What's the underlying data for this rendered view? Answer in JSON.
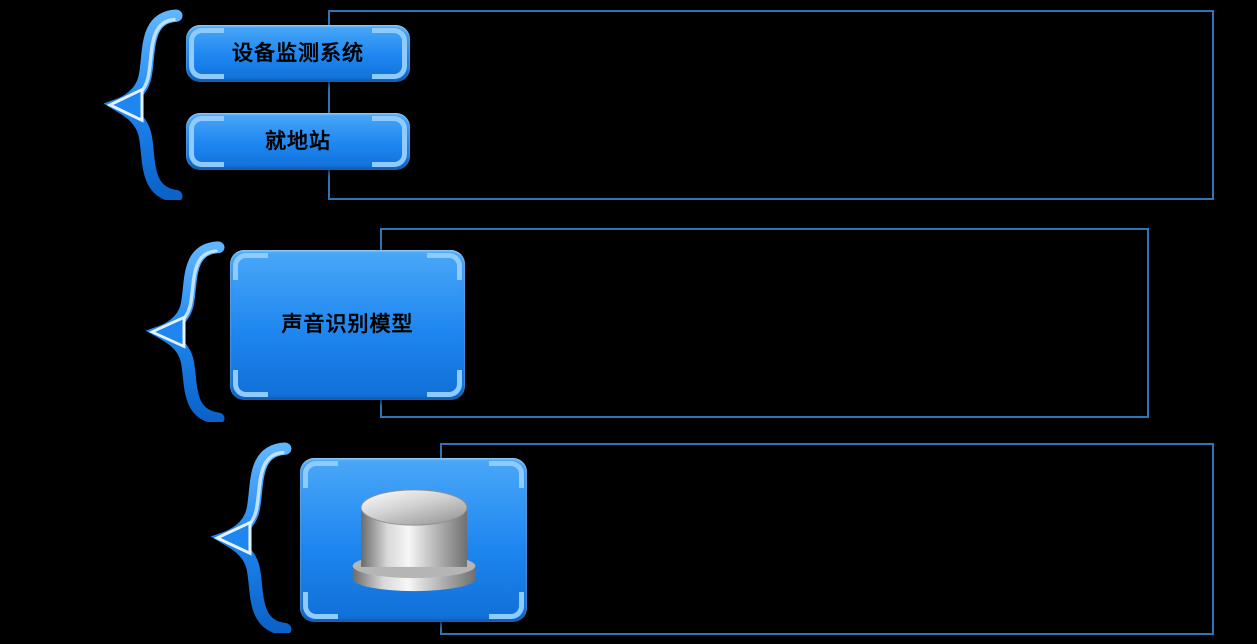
{
  "background_color": "#000000",
  "colors": {
    "node_fill": "#1E86F0",
    "node_fill_light": "#4AA8F8",
    "node_fill_dark": "#0F6FD6",
    "corner_accent": "#8FCBFF",
    "outline_box_border": "#2E75B6",
    "brace_blue": "#1E86F0",
    "label_text": "#000000"
  },
  "groups": [
    {
      "name": "top",
      "nodes": [
        {
          "label": "设备监测系统"
        },
        {
          "label": "就地站"
        }
      ],
      "brace_icon": "curly-brace-arrow-icon",
      "annotation_box": "empty"
    },
    {
      "name": "middle",
      "nodes": [
        {
          "label": "声音识别模型"
        }
      ],
      "brace_icon": "curly-brace-arrow-icon",
      "annotation_box": "empty"
    },
    {
      "name": "bottom",
      "nodes": [
        {
          "image": "metal-cylinder-sensor"
        }
      ],
      "brace_icon": "curly-brace-arrow-icon",
      "annotation_box": "empty"
    }
  ]
}
